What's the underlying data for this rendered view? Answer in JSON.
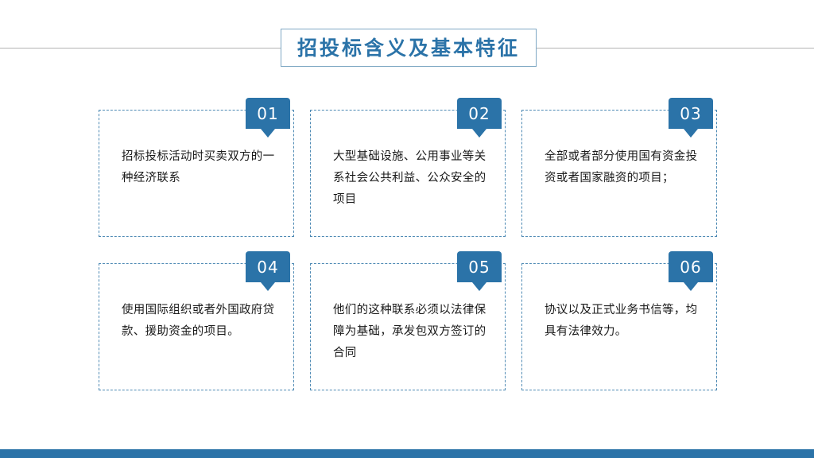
{
  "slide": {
    "background_color": "#ffffff",
    "accent_color": "#2b73a8",
    "title_border_color": "#7fa8c4",
    "card_border_color": "#4e8ab4",
    "rule_color": "#b3b3b3"
  },
  "header": {
    "title": "招投标含义及基本特征"
  },
  "cards": [
    {
      "number": "01",
      "text": "招标投标活动时买卖双方的一种经济联系"
    },
    {
      "number": "02",
      "text": "大型基础设施、公用事业等关系社会公共利益、公众安全的项目"
    },
    {
      "number": "03",
      "text": "全部或者部分使用国有资金投资或者国家融资的项目；"
    },
    {
      "number": "04",
      "text": "使用国际组织或者外国政府贷款、援助资金的项目。"
    },
    {
      "number": "05",
      "text": "他们的这种联系必须以法律保障为基础，承发包双方签订的合同"
    },
    {
      "number": "06",
      "text": "协议以及正式业务书信等，均具有法律效力。"
    }
  ],
  "footer": {
    "bar_color": "#2b73a8"
  }
}
